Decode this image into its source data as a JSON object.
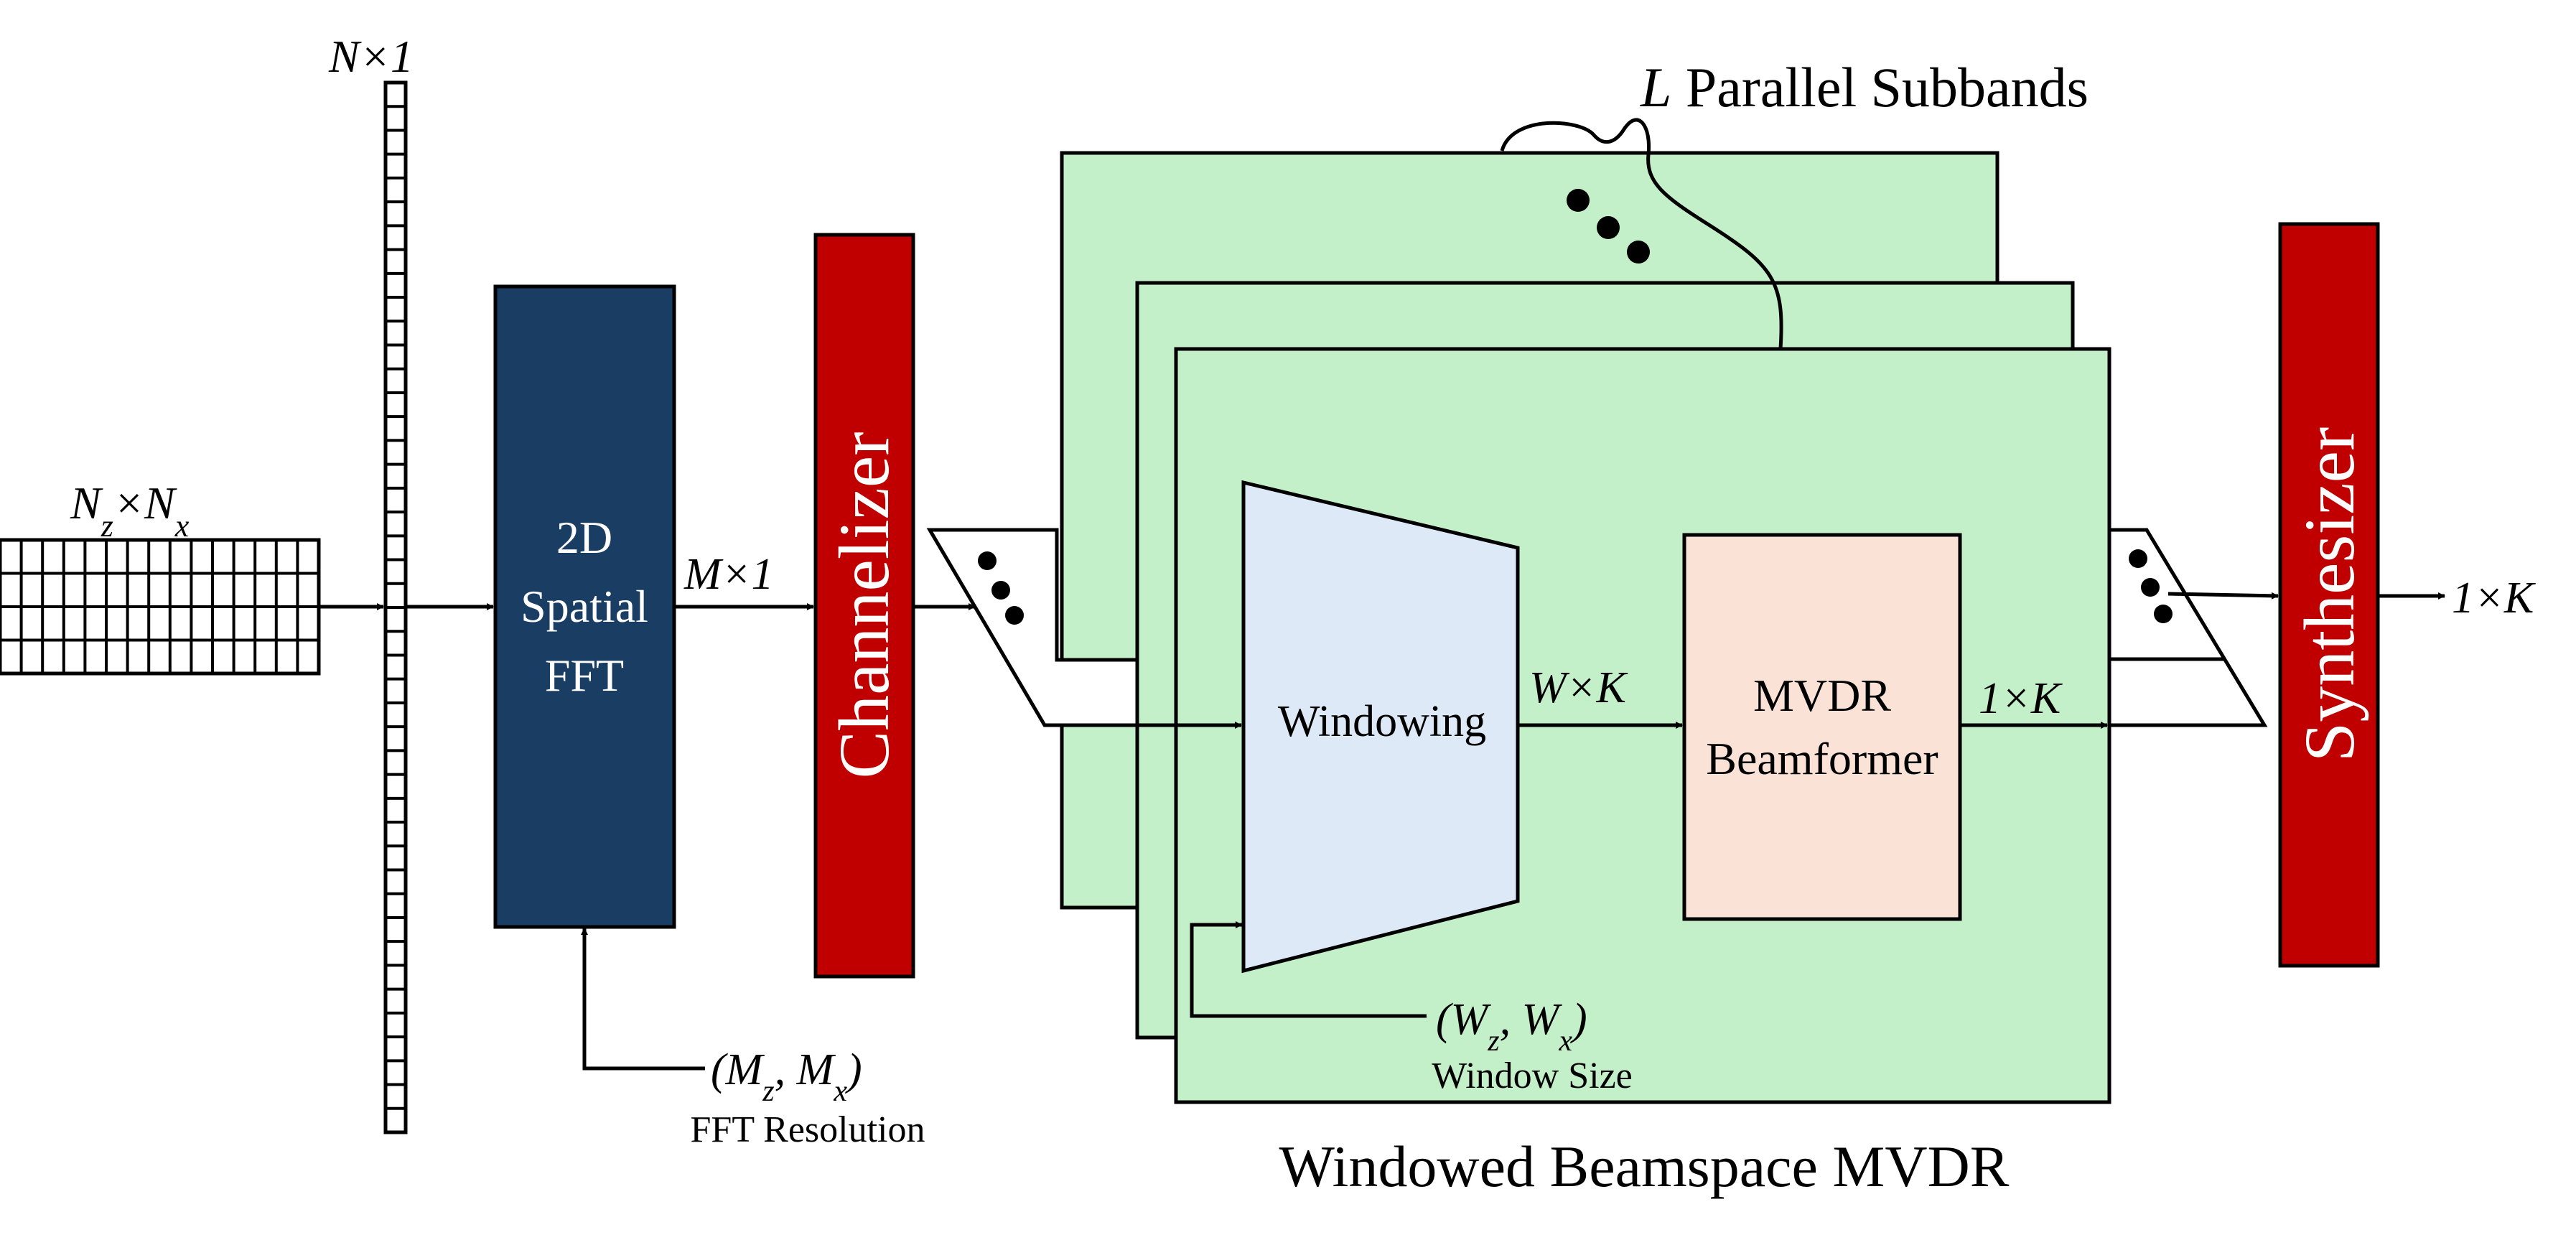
{
  "colors": {
    "fft_block": "#1a3d63",
    "red_block": "#c00000",
    "subband_panel": "#c3f0c9",
    "windowing_block": "#dde9f6",
    "mvdr_block": "#fbe2d6",
    "line": "#000000"
  },
  "labels": {
    "input_dim_base": "N",
    "input_dim_sub1": "z",
    "input_dim_mid": "×N",
    "input_dim_sub2": "x",
    "array_dim": "N×1",
    "fft_line1": "2D",
    "fft_line2": "Spatial",
    "fft_line3": "FFT",
    "fft_out_dim": "M×1",
    "fft_param_open": "(M",
    "fft_param_sub1": "z",
    "fft_param_mid": ", M",
    "fft_param_sub2": "x",
    "fft_param_close": ")",
    "fft_param_caption": "FFT Resolution",
    "channelizer": "Channelizer",
    "subbands_var": "L",
    "subbands_text": "Parallel Subbands",
    "windowing": "Windowing",
    "window_out_dim": "W×K",
    "mvdr_line1": "MVDR",
    "mvdr_line2": "Beamformer",
    "mvdr_out_dim": "1×K",
    "window_param_open": "(W",
    "window_param_sub1": "z",
    "window_param_mid": ", W",
    "window_param_sub2": "x",
    "window_param_close": ")",
    "window_param_caption": "Window Size",
    "panel_caption": "Windowed Beamspace MVDR",
    "synthesizer": "Synthesizer",
    "output_dim": "1×K"
  }
}
